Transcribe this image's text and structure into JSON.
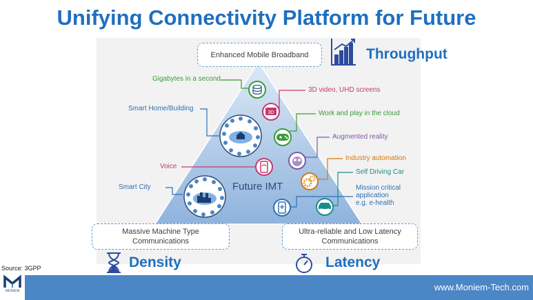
{
  "title": "Unifying Connectivity Platform for Future",
  "boxes": {
    "top": "Enhanced Mobile Broadband",
    "left": "Massive Machine Type\nCommunications",
    "right": "Ultra-reliable and Low Latency\nCommunications"
  },
  "kpis": {
    "throughput": "Throughput",
    "density": "Density",
    "latency": "Latency"
  },
  "center_label": "Future IMT",
  "left_labels": {
    "gigabytes": "Gigabytes in a second",
    "smart_home": "Smart Home/Building",
    "voice": "Voice",
    "smart_city": "Smart City"
  },
  "right_labels": {
    "video": "3D video, UHD screens",
    "cloud": "Work and play in the cloud",
    "ar": "Augmented reality",
    "industry": "Industry automation",
    "self_driving": "Self Driving Car",
    "mission_critical": "Mission critical\napplication\ne.g. e-health"
  },
  "source": "Source: 3GPP",
  "footer_url": "www.Moniem-Tech.com",
  "logo_text": "MONIEM",
  "colors": {
    "title": "#1f6fbf",
    "footer": "#4b86c6",
    "triangle": "#9fbfe3"
  }
}
